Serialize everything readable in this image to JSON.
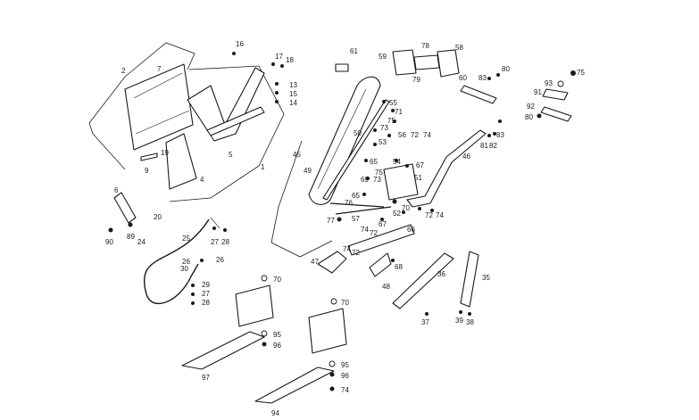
{
  "colors": {
    "ink": "#1a1a1a",
    "paper": "#ffffff"
  },
  "callouts": [
    {
      "id": "c1",
      "text": "1"
    },
    {
      "id": "c2",
      "text": "2"
    },
    {
      "id": "c4",
      "text": "4"
    },
    {
      "id": "c5",
      "text": "5"
    },
    {
      "id": "c6",
      "text": "6"
    },
    {
      "id": "c7",
      "text": "7"
    },
    {
      "id": "c9",
      "text": "9"
    },
    {
      "id": "c13",
      "text": "13"
    },
    {
      "id": "c14",
      "text": "14"
    },
    {
      "id": "c15",
      "text": "15"
    },
    {
      "id": "c16",
      "text": "16"
    },
    {
      "id": "c17",
      "text": "17"
    },
    {
      "id": "c18",
      "text": "18"
    },
    {
      "id": "c19",
      "text": "19"
    },
    {
      "id": "c20",
      "text": "20"
    },
    {
      "id": "c24",
      "text": "24"
    },
    {
      "id": "c25",
      "text": "25"
    },
    {
      "id": "c26",
      "text": "26"
    },
    {
      "id": "c26b",
      "text": "26"
    },
    {
      "id": "c27",
      "text": "27"
    },
    {
      "id": "c27b",
      "text": "27"
    },
    {
      "id": "c28",
      "text": "28"
    },
    {
      "id": "c28b",
      "text": "28"
    },
    {
      "id": "c29",
      "text": "29"
    },
    {
      "id": "c30",
      "text": "30"
    },
    {
      "id": "c35",
      "text": "35"
    },
    {
      "id": "c36",
      "text": "36"
    },
    {
      "id": "c37",
      "text": "37"
    },
    {
      "id": "c38",
      "text": "38"
    },
    {
      "id": "c39",
      "text": "39"
    },
    {
      "id": "c45",
      "text": "45"
    },
    {
      "id": "c46",
      "text": "46"
    },
    {
      "id": "c47",
      "text": "47"
    },
    {
      "id": "c48",
      "text": "48"
    },
    {
      "id": "c49",
      "text": "49"
    },
    {
      "id": "c50",
      "text": "50"
    },
    {
      "id": "c51",
      "text": "51"
    },
    {
      "id": "c52",
      "text": "52"
    },
    {
      "id": "c53",
      "text": "53"
    },
    {
      "id": "c54",
      "text": "54"
    },
    {
      "id": "c55",
      "text": "55"
    },
    {
      "id": "c56",
      "text": "56"
    },
    {
      "id": "c57",
      "text": "57"
    },
    {
      "id": "c58",
      "text": "58"
    },
    {
      "id": "c59",
      "text": "59"
    },
    {
      "id": "c60",
      "text": "60"
    },
    {
      "id": "c61",
      "text": "61"
    },
    {
      "id": "c65",
      "text": "65"
    },
    {
      "id": "c65b",
      "text": "65"
    },
    {
      "id": "c66",
      "text": "66"
    },
    {
      "id": "c67",
      "text": "67"
    },
    {
      "id": "c67b",
      "text": "67"
    },
    {
      "id": "c68",
      "text": "68"
    },
    {
      "id": "c69",
      "text": "69"
    },
    {
      "id": "c70",
      "text": "70"
    },
    {
      "id": "c70b",
      "text": "70"
    },
    {
      "id": "c70c",
      "text": "70"
    },
    {
      "id": "c71",
      "text": "71"
    },
    {
      "id": "c72",
      "text": "72"
    },
    {
      "id": "c72b",
      "text": "72"
    },
    {
      "id": "c72c",
      "text": "72"
    },
    {
      "id": "c72d",
      "text": "72"
    },
    {
      "id": "c73",
      "text": "73"
    },
    {
      "id": "c73b",
      "text": "73"
    },
    {
      "id": "c74",
      "text": "74"
    },
    {
      "id": "c74b",
      "text": "74"
    },
    {
      "id": "c74c",
      "text": "74"
    },
    {
      "id": "c74d",
      "text": "74"
    },
    {
      "id": "c74e",
      "text": "74"
    },
    {
      "id": "c75",
      "text": "75"
    },
    {
      "id": "c75b",
      "text": "75"
    },
    {
      "id": "c75c",
      "text": "75"
    },
    {
      "id": "c76",
      "text": "76"
    },
    {
      "id": "c77",
      "text": "77"
    },
    {
      "id": "c78",
      "text": "78"
    },
    {
      "id": "c79",
      "text": "79"
    },
    {
      "id": "c80",
      "text": "80"
    },
    {
      "id": "c80b",
      "text": "80"
    },
    {
      "id": "c81",
      "text": "81"
    },
    {
      "id": "c82",
      "text": "82"
    },
    {
      "id": "c83",
      "text": "83"
    },
    {
      "id": "c83b",
      "text": "83"
    },
    {
      "id": "c89",
      "text": "89"
    },
    {
      "id": "c90",
      "text": "90"
    },
    {
      "id": "c91",
      "text": "91"
    },
    {
      "id": "c92",
      "text": "92"
    },
    {
      "id": "c93",
      "text": "93"
    },
    {
      "id": "c94",
      "text": "94"
    },
    {
      "id": "c95",
      "text": "95"
    },
    {
      "id": "c95b",
      "text": "95"
    },
    {
      "id": "c96",
      "text": "96"
    },
    {
      "id": "c96b",
      "text": "96"
    },
    {
      "id": "c97",
      "text": "97"
    }
  ]
}
